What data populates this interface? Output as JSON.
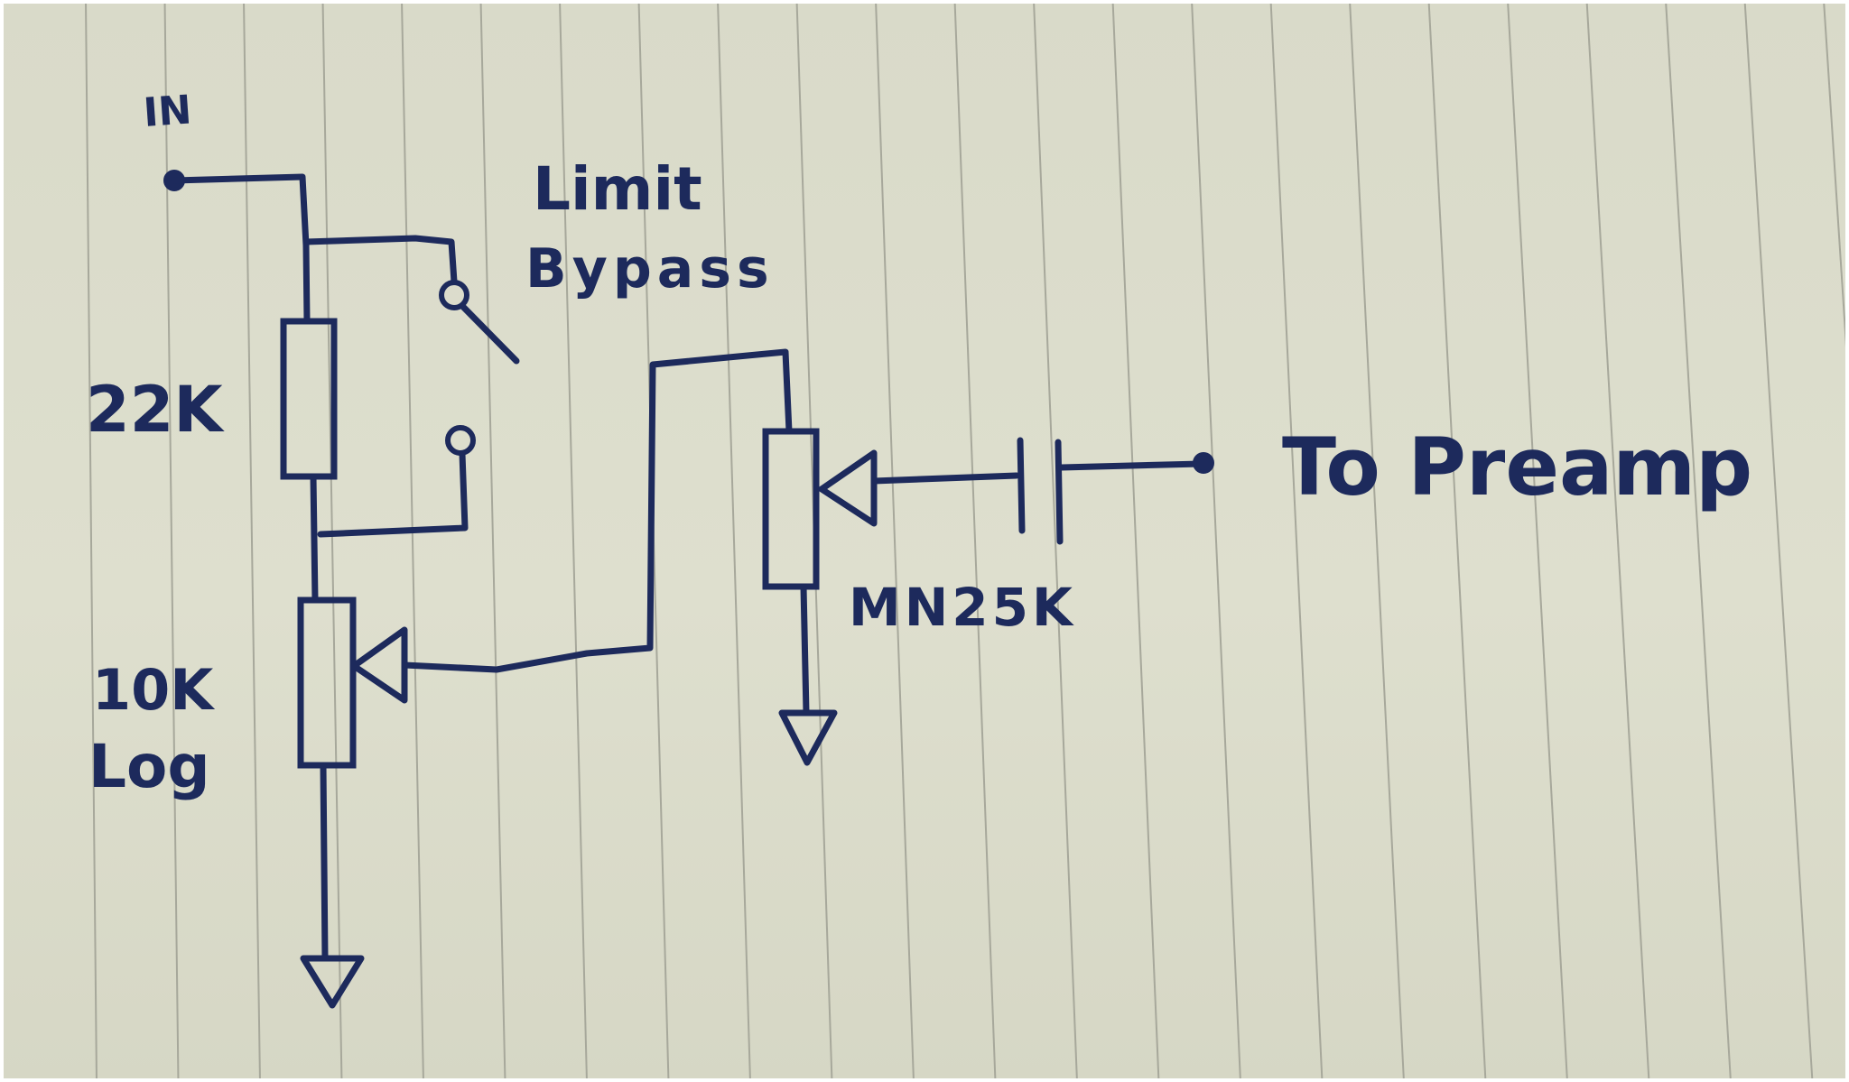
{
  "labels": {
    "input": "IN",
    "switch_line1": "Limit",
    "switch_line2": "Bypass",
    "resistor": "22K",
    "pot_volume_line1": "10K",
    "pot_volume_line2": "Log",
    "pot_master": "MN25K",
    "output": "To Preamp"
  },
  "colors": {
    "ink": "#1d2a5c",
    "paper": "#dcdccb",
    "rule": "#a7a89b"
  }
}
